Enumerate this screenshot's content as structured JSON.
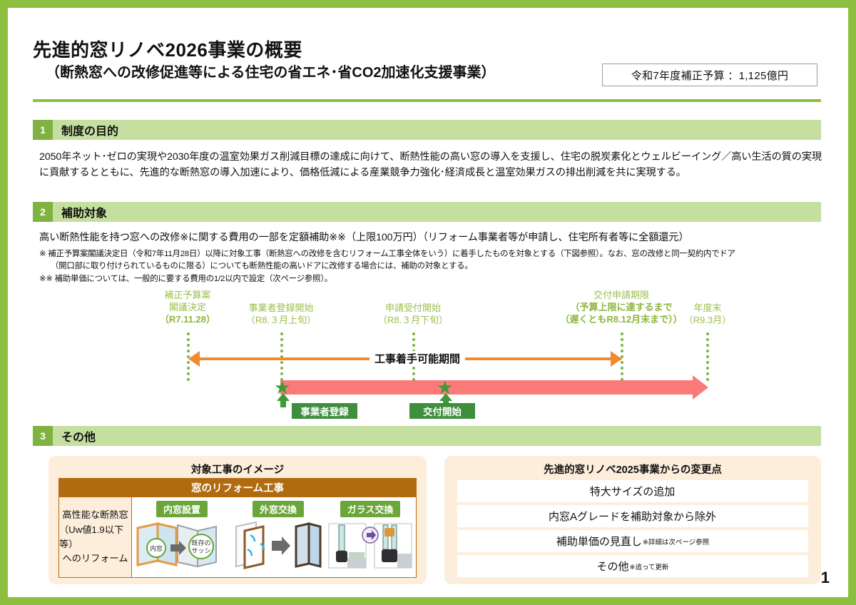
{
  "header": {
    "title_line1": "先進的窓リノベ2026事業の概要",
    "title_line2": "（断熱窓への改修促進等による住宅の省エネ･省CO2加速化支援事業）",
    "budget_box": "令和7年度補正予算 ：1,125億円"
  },
  "sections": [
    {
      "number": "1",
      "title": "制度の目的"
    },
    {
      "number": "2",
      "title": "補助対象"
    },
    {
      "number": "3",
      "title": "その他"
    }
  ],
  "section1": {
    "body": "2050年ネット･ゼロの実現や2030年度の温室効果ガス削減目標の達成に向けて、断熱性能の高い窓の導入を支援し、住宅の脱炭素化とウェルビーイング／高い生活の質の実現に貢献するとともに、先進的な断熱窓の導入加速により、価格低減による産業競争力強化･経済成長と温室効果ガスの排出削減を共に実現する。"
  },
  "section2": {
    "body": "高い断熱性能を持つ窓への改修※に関する費用の一部を定額補助※※（上限100万円）（リフォーム事業者等が申請し、住宅所有者等に全額還元）",
    "note1": "※ 補正予算案閣議決定日（令和7年11月28日）以降に対象工事（断熱窓への改修を含むリフォーム工事全体をいう）に着手したものを対象とする（下図参照）。なお、窓の改修と同一契約内でドア",
    "note1b": "（開口部に取り付けられているものに限る）についても断熱性能の高いドアに改修する場合には、補助の対象とする。",
    "note2": "※※ 補助単価については、一般的に要する費用の1/2以内で設定（次ページ参照）。"
  },
  "timeline": {
    "milestones": [
      {
        "id": "budget-decision",
        "line1": "補正予算案",
        "line2": "閣議決定",
        "line3": "（R7.11.28）",
        "bold3": true
      },
      {
        "id": "operator-registration-start",
        "line1": "",
        "line2": "事業者登録開始",
        "line3": "（R8.３月上旬）",
        "bold3": false
      },
      {
        "id": "application-start",
        "line1": "",
        "line2": "申請受付開始",
        "line3": "（R8.３月下旬）",
        "bold3": false
      },
      {
        "id": "grant-application-deadline",
        "line1": "交付申請期限",
        "line2": "（予算上限に達するまで",
        "line3": "（遅くともR8.12月末まで））",
        "bold3": true
      },
      {
        "id": "fiscal-year-end",
        "line1": "",
        "line2": "年度末",
        "line3": "（R9.3月）",
        "bold3": false
      }
    ],
    "construction_period_label": "工事着手可能期間",
    "tag_registration": "事業者登録",
    "tag_grant_start": "交付開始"
  },
  "section3": {
    "left_panel": {
      "title": "対象工事のイメージ",
      "table_header": "窓のリフォーム工事",
      "left_cell_line1": "高性能な断熱窓",
      "left_cell_line2": "（Uw値1.9以下等）",
      "left_cell_line3": "へのリフォーム",
      "cells": [
        {
          "tag": "内窓設置",
          "label_a": "内窓",
          "label_b1": "既存の",
          "label_b2": "サッシ"
        },
        {
          "tag": "外窓交換",
          "label_a": "",
          "label_b1": "",
          "label_b2": ""
        },
        {
          "tag": "ガラス交換",
          "label_a": "",
          "label_b1": "",
          "label_b2": ""
        }
      ]
    },
    "right_panel": {
      "title": "先進的窓リノベ2025事業からの変更点",
      "rows": [
        {
          "text": "特大サイズの追加",
          "sup": ""
        },
        {
          "text": "内窓Aグレードを補助対象から除外",
          "sup": ""
        },
        {
          "text": "補助単価の見直し",
          "sup": "※詳細は次ページ参照"
        },
        {
          "text": "その他",
          "sup": "※追って更新"
        }
      ]
    }
  },
  "page_number": "1",
  "colors": {
    "border_green": "#8CBE3F",
    "section_band": "#C5DFA0",
    "section_num": "#7FB241",
    "orange": "#F08C2E",
    "red": "#FA7A7A",
    "tag_green": "#3E8E3E",
    "panel_cream": "#FDEEDC",
    "brown": "#B06A10"
  }
}
